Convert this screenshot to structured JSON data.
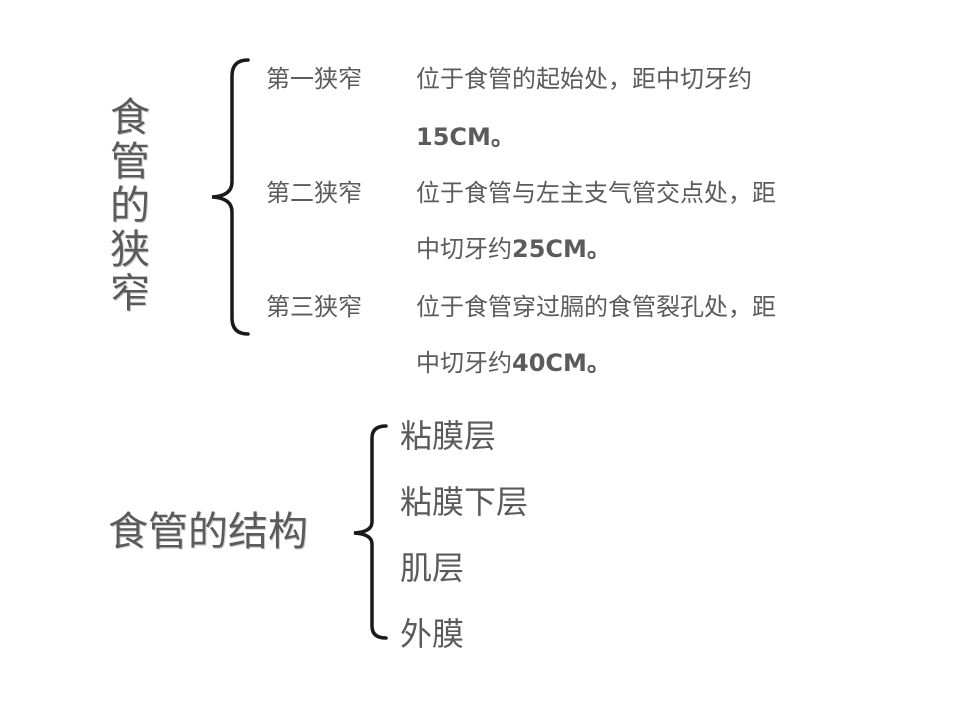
{
  "narrowings": {
    "title_chars": [
      "食",
      "管",
      "的",
      "狭",
      "窄"
    ],
    "items": [
      {
        "label": "第一狭窄",
        "line1": "位于食管的起始处，距中切牙约",
        "line2": "15CM。"
      },
      {
        "label": "第二狭窄",
        "line1": "位于食管与左主支气管交点处，距",
        "line2_prefix": "中切牙约",
        "line2_value": "25CM。"
      },
      {
        "label": "第三狭窄",
        "line1": "位于食管穿过膈的食管裂孔处，距",
        "line2_prefix": "中切牙约",
        "line2_value": "40CM。"
      }
    ]
  },
  "structure": {
    "title": "食管的结构",
    "layers": [
      "粘膜层",
      "粘膜下层",
      "肌层",
      "外膜"
    ]
  }
}
